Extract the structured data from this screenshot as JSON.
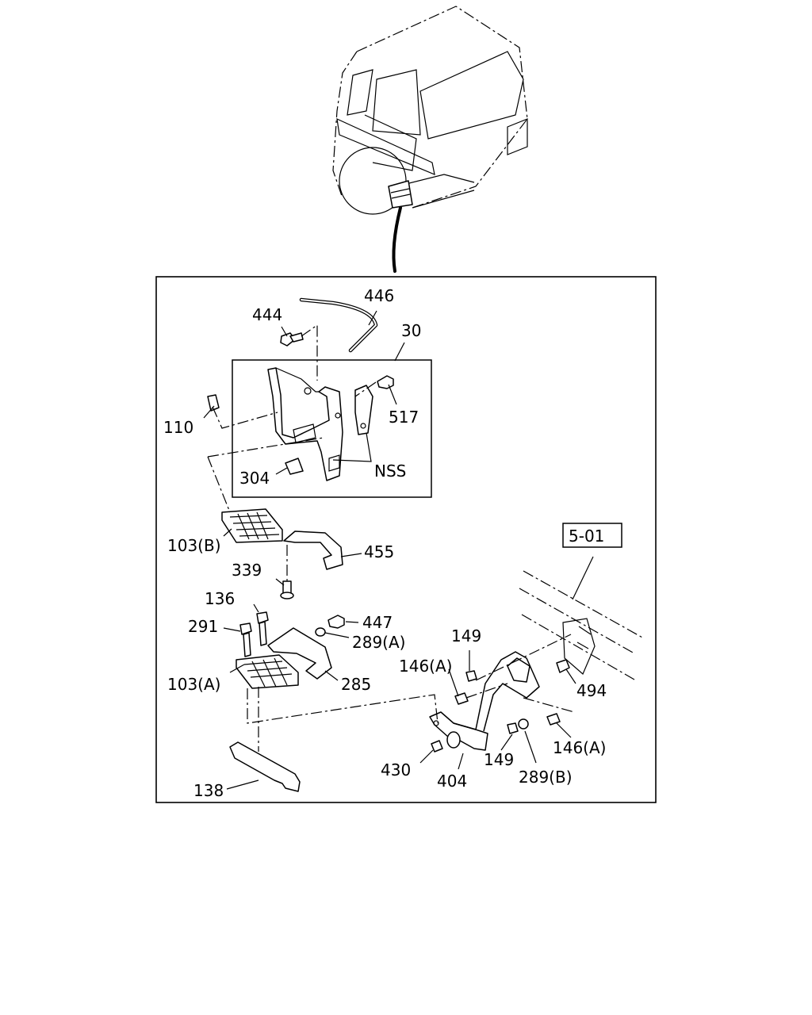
{
  "callouts": {
    "p446": "446",
    "p444": "444",
    "p30": "30",
    "p110": "110",
    "p517": "517",
    "p304": "304",
    "pnss": "NSS",
    "p103b": "103(B)",
    "p455": "455",
    "p339": "339",
    "p501": "5-01",
    "p136": "136",
    "p291": "291",
    "p447": "447",
    "p289a": "289(A)",
    "p149a": "149",
    "p146a1": "146(A)",
    "p494": "494",
    "p103a": "103(A)",
    "p285": "285",
    "p146a2": "146(A)",
    "p430": "430",
    "p149b": "149",
    "p289b": "289(B)",
    "p404": "404",
    "p138": "138"
  }
}
